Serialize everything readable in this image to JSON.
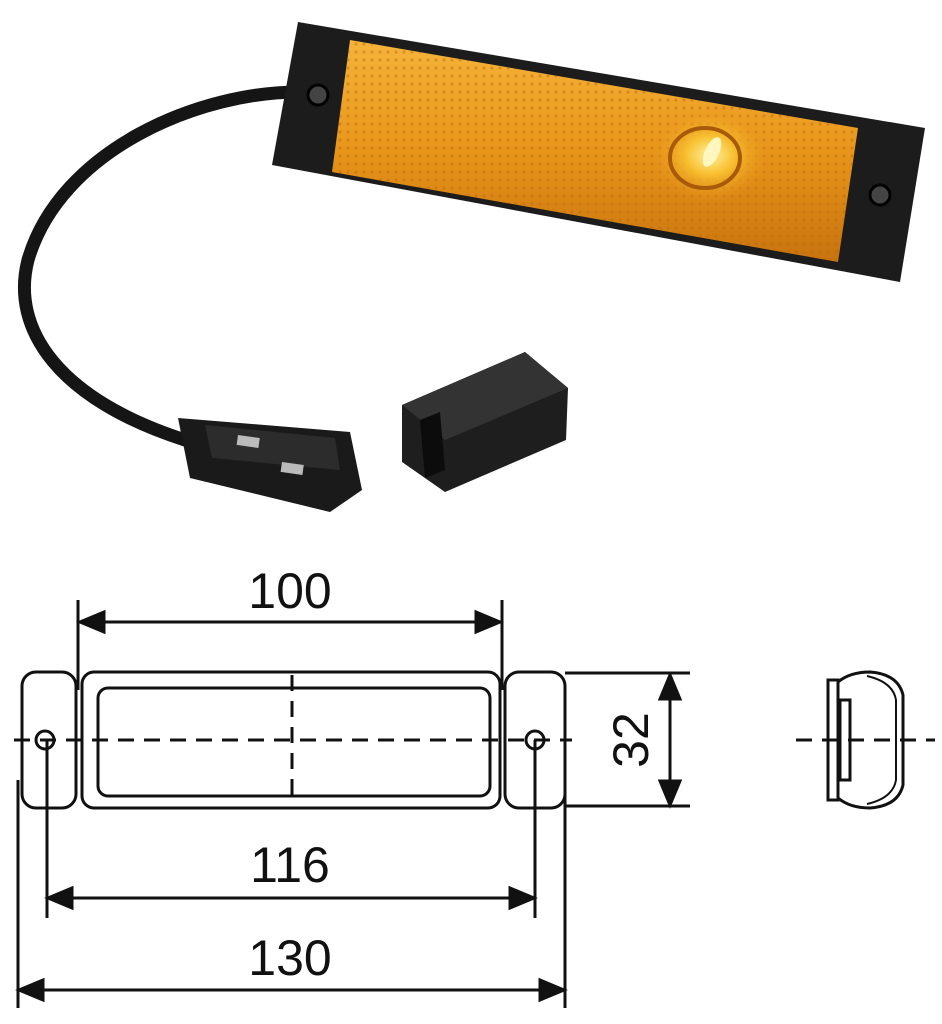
{
  "product_photo": {
    "description_colors": {
      "lens": "#f0a020",
      "housing": "#1c1c1c",
      "cable": "#151515"
    }
  },
  "drawing": {
    "dimensions": {
      "hole_spacing_inner": "100",
      "height": "32",
      "hole_spacing": "116",
      "overall_length": "130"
    }
  }
}
